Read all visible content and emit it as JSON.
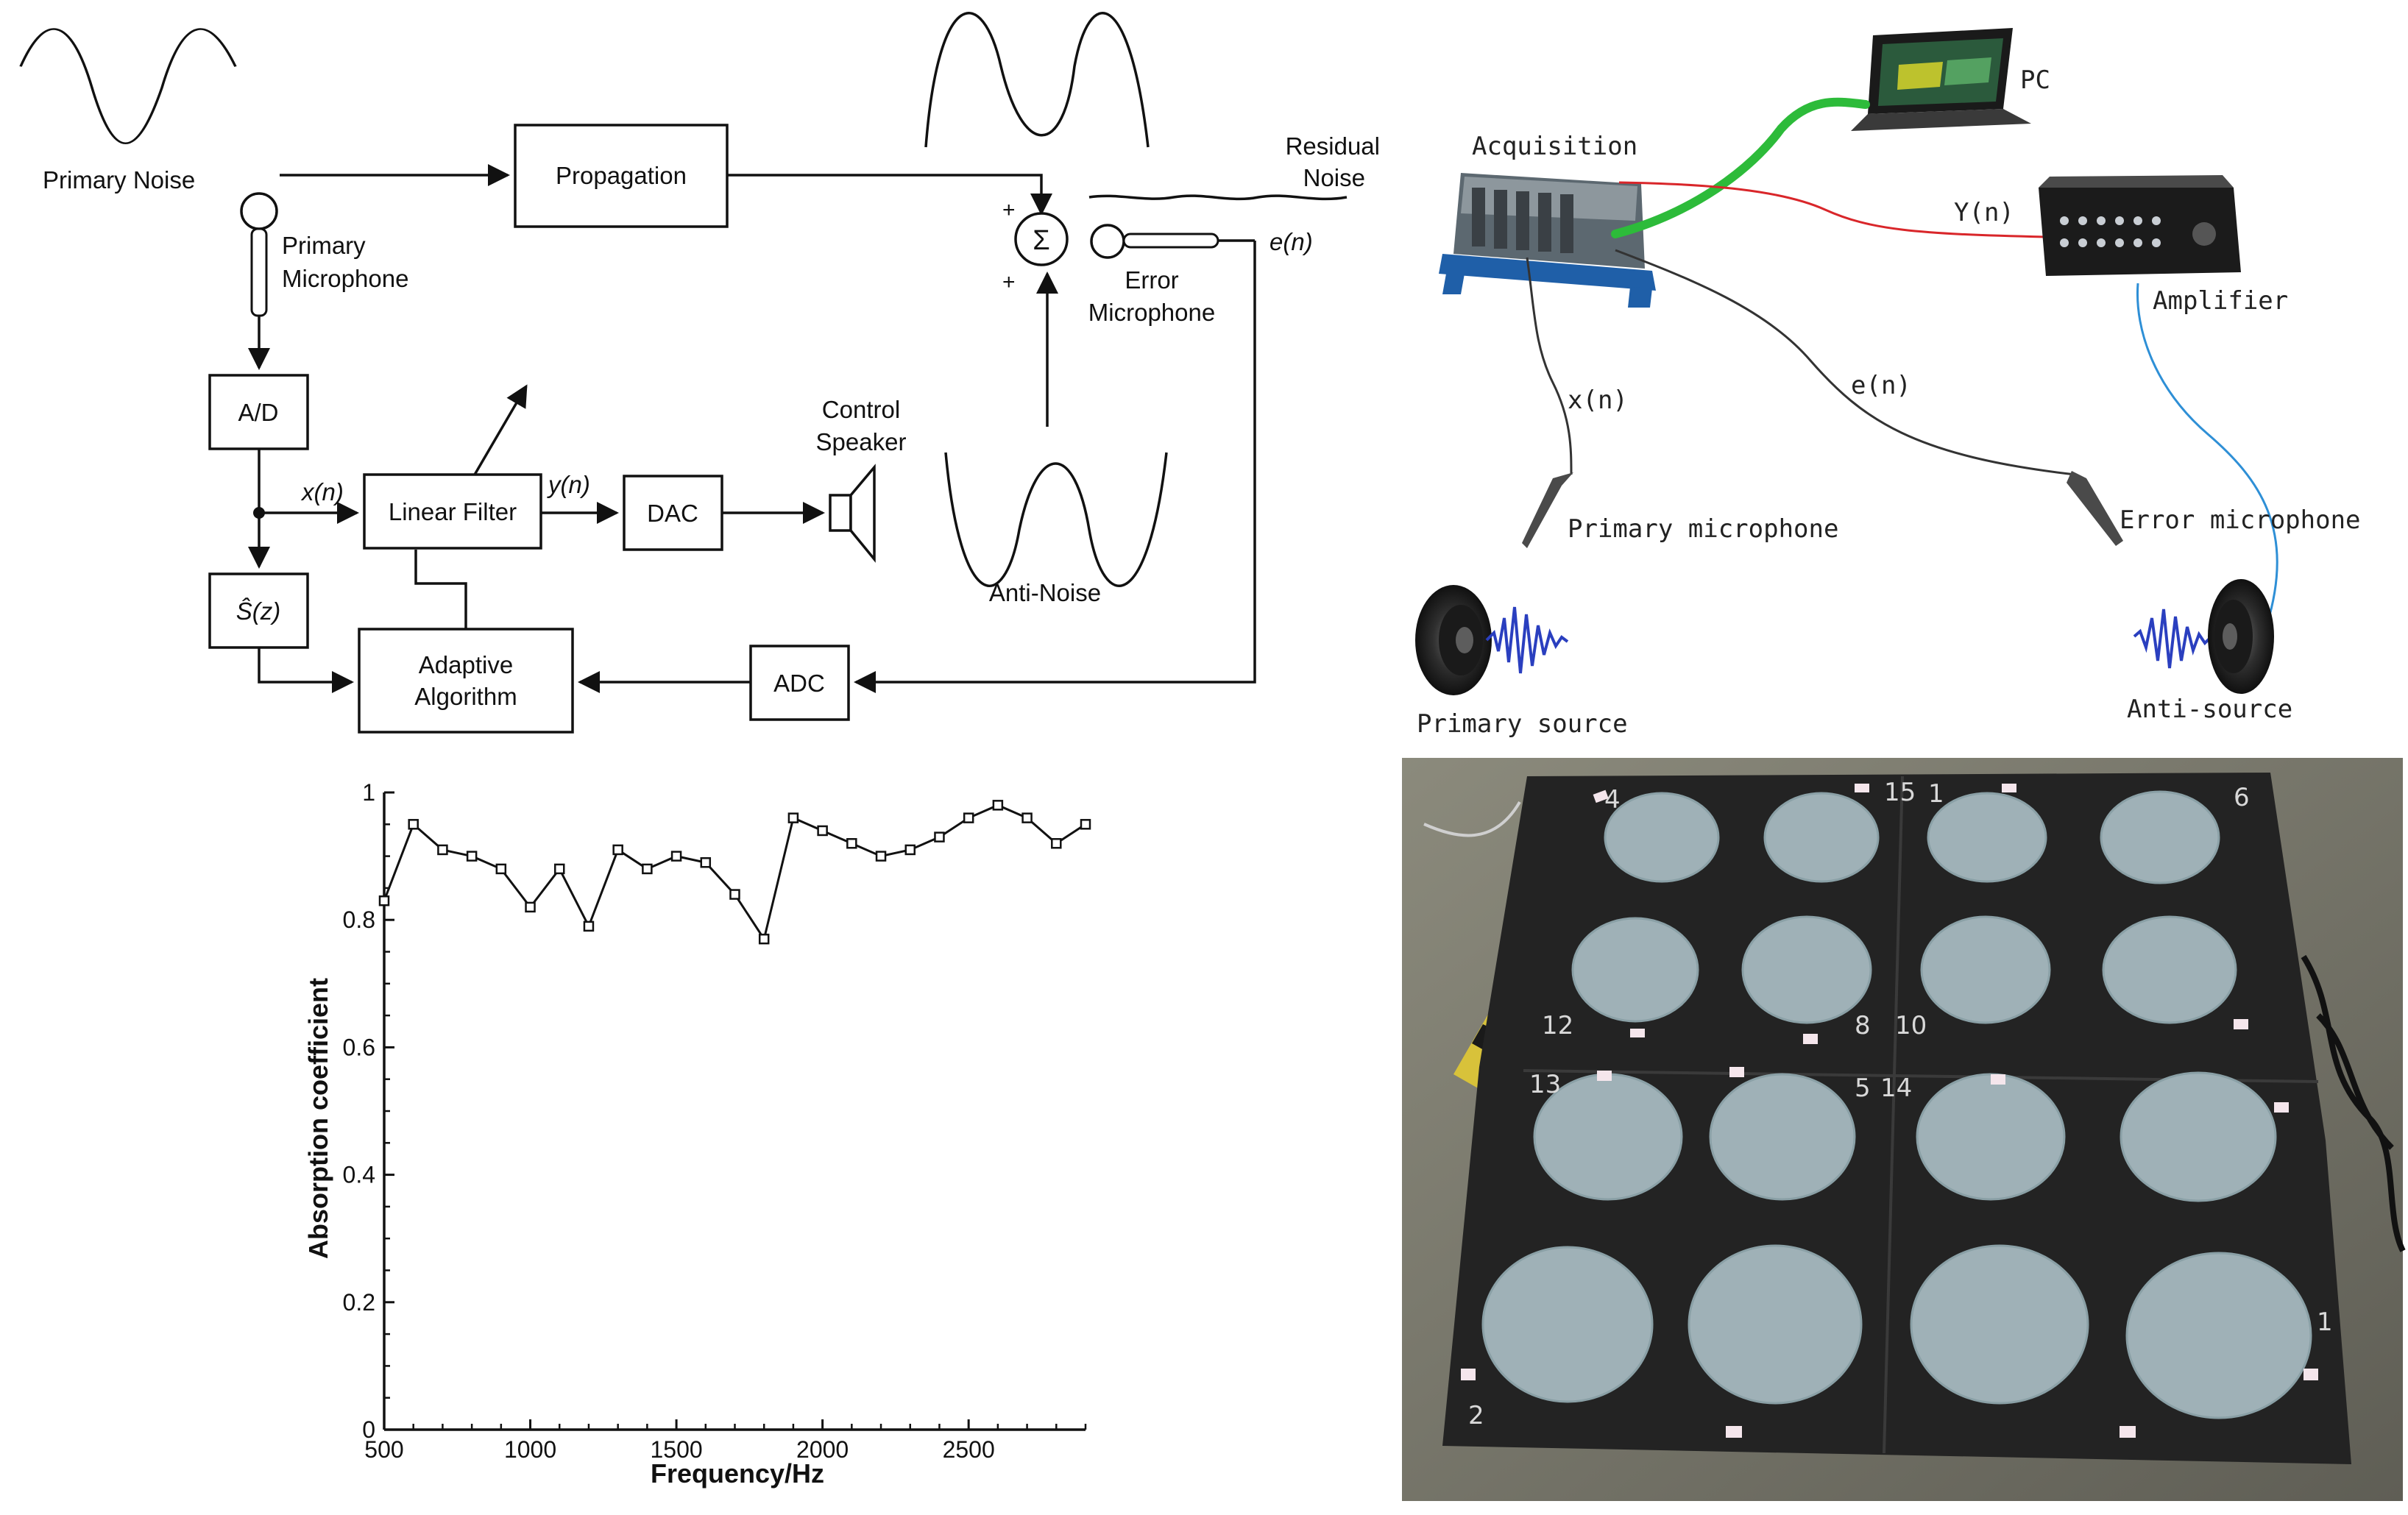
{
  "anc_block_diagram": {
    "primary_noise": "Primary Noise",
    "propagation": "Propagation",
    "residual_noise_1": "Residual",
    "residual_noise_2": "Noise",
    "primary_microphone_1": "Primary",
    "primary_microphone_2": "Microphone",
    "error_microphone_1": "Error",
    "error_microphone_2": "Microphone",
    "sum_symbol": "Σ",
    "plus": "+",
    "en": "e(n)",
    "ad": "A/D",
    "xn": "x(n)",
    "linear_filter": "Linear Filter",
    "yn": "y(n)",
    "dac": "DAC",
    "control_speaker_1": "Control",
    "control_speaker_2": "Speaker",
    "anti_noise": "Anti-Noise",
    "sz": "Ŝ(z)",
    "adaptive_1": "Adaptive",
    "adaptive_2": "Algorithm",
    "adc": "ADC"
  },
  "hardware_setup": {
    "pc": "PC",
    "acquisition": "Acquisition",
    "Yn": "Y(n)",
    "amplifier": "Amplifier",
    "xn": "x(n)",
    "en": "e(n)",
    "primary_microphone": "Primary microphone",
    "error_microphone": "Error microphone",
    "primary_source": "Primary source",
    "anti_source": "Anti-source",
    "colors": {
      "usb_cable": "#2dbb3a",
      "signal_cable": "#d9262a",
      "speaker_cable": "#2e8fd6",
      "waveform": "#2a3fbf"
    }
  },
  "chart_data": {
    "type": "line",
    "title": "",
    "xlabel": "Frequency/Hz",
    "ylabel": "Absorption coefficient",
    "xlim": [
      500,
      2900
    ],
    "ylim": [
      0,
      1
    ],
    "xticks": [
      500,
      1000,
      1500,
      2000,
      2500
    ],
    "yticks": [
      0,
      0.2,
      0.4,
      0.6,
      0.8,
      1
    ],
    "xtick_labels": [
      "500",
      "1000",
      "1500",
      "2000",
      "2500"
    ],
    "ytick_labels": [
      "0",
      "0.2",
      "0.4",
      "0.6",
      "0.8",
      "1"
    ],
    "grid": false,
    "marker": "square",
    "x": [
      500,
      600,
      700,
      800,
      900,
      1000,
      1100,
      1200,
      1300,
      1400,
      1500,
      1600,
      1700,
      1800,
      1900,
      2000,
      2100,
      2200,
      2300,
      2400,
      2500,
      2600,
      2700,
      2800,
      2900
    ],
    "y": [
      0.83,
      0.95,
      0.91,
      0.9,
      0.88,
      0.82,
      0.88,
      0.79,
      0.91,
      0.88,
      0.9,
      0.89,
      0.84,
      0.77,
      0.96,
      0.94,
      0.92,
      0.9,
      0.91,
      0.93,
      0.96,
      0.98,
      0.96,
      0.92,
      0.95
    ]
  },
  "photo_panel": {
    "board_numbers": [
      "4",
      "15",
      "1",
      "6",
      "12",
      "8",
      "10",
      "13",
      "5",
      "14",
      "2",
      "1"
    ]
  }
}
